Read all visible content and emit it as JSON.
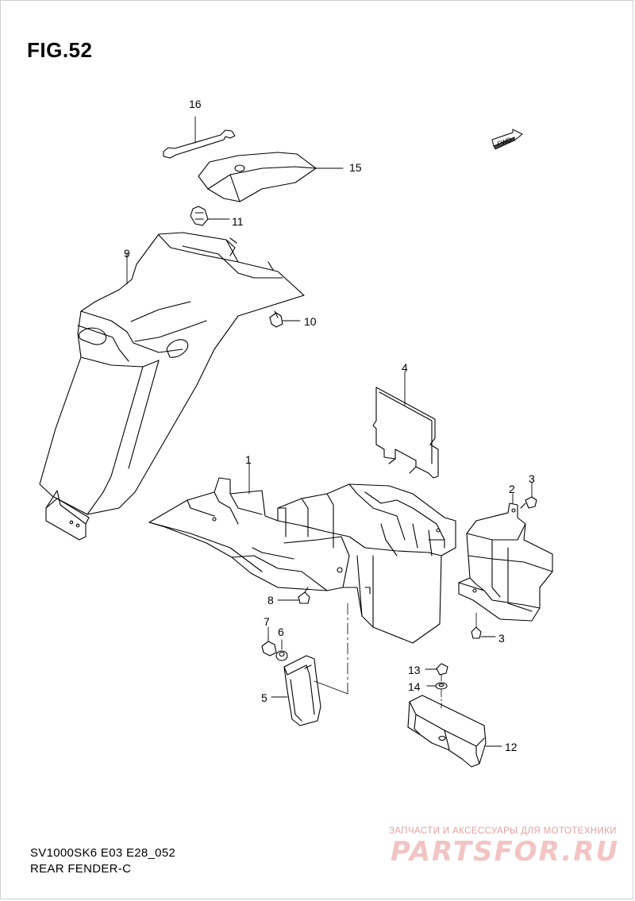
{
  "figure": {
    "title": "FIG.52"
  },
  "footer": {
    "model_code": "SV1000SK6 E03 E28_052",
    "section_name": "REAR FENDER-C"
  },
  "direction_badge": {
    "label": "FWD"
  },
  "callouts": {
    "c1": "1",
    "c2": "2",
    "c3a": "3",
    "c3b": "3",
    "c4": "4",
    "c5": "5",
    "c6": "6",
    "c7": "7",
    "c8": "8",
    "c9": "9",
    "c10": "10",
    "c11": "11",
    "c12": "12",
    "c13": "13",
    "c14": "14",
    "c15": "15",
    "c16": "16"
  },
  "watermark": {
    "tagline": "ЗАПЧАСТИ И АКСЕССУАРЫ ДЛЯ МОТОТЕХНИКИ",
    "brand": "PARTSFOR.RU"
  },
  "colors": {
    "line": "#000000",
    "background": "#ffffff",
    "watermark": "#e8a0a0"
  }
}
